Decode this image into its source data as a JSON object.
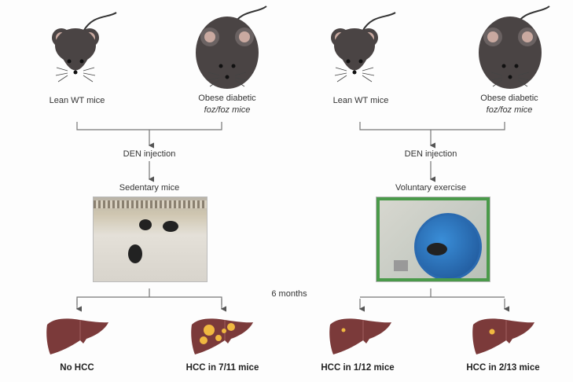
{
  "left": {
    "lean_label": "Lean WT mice",
    "obese_label_1": "Obese diabetic",
    "obese_label_2": "foz/foz mice",
    "step": "DEN injection",
    "condition": "Sedentary mice",
    "outcomes": [
      "No HCC",
      "HCC in 7/11 mice"
    ]
  },
  "right": {
    "lean_label": "Lean WT mice",
    "obese_label_1": "Obese diabetic",
    "obese_label_2": "foz/foz mice",
    "step": "DEN injection",
    "condition": "Voluntary exercise",
    "outcomes": [
      "HCC in 1/12 mice",
      "HCC in 2/13 mice"
    ]
  },
  "duration": "6 months",
  "colors": {
    "mouse": "#4a4444",
    "ear": "#c9a9a0",
    "liver": "#7b3a3a",
    "tumor": "#f0b840",
    "line": "#777777"
  }
}
